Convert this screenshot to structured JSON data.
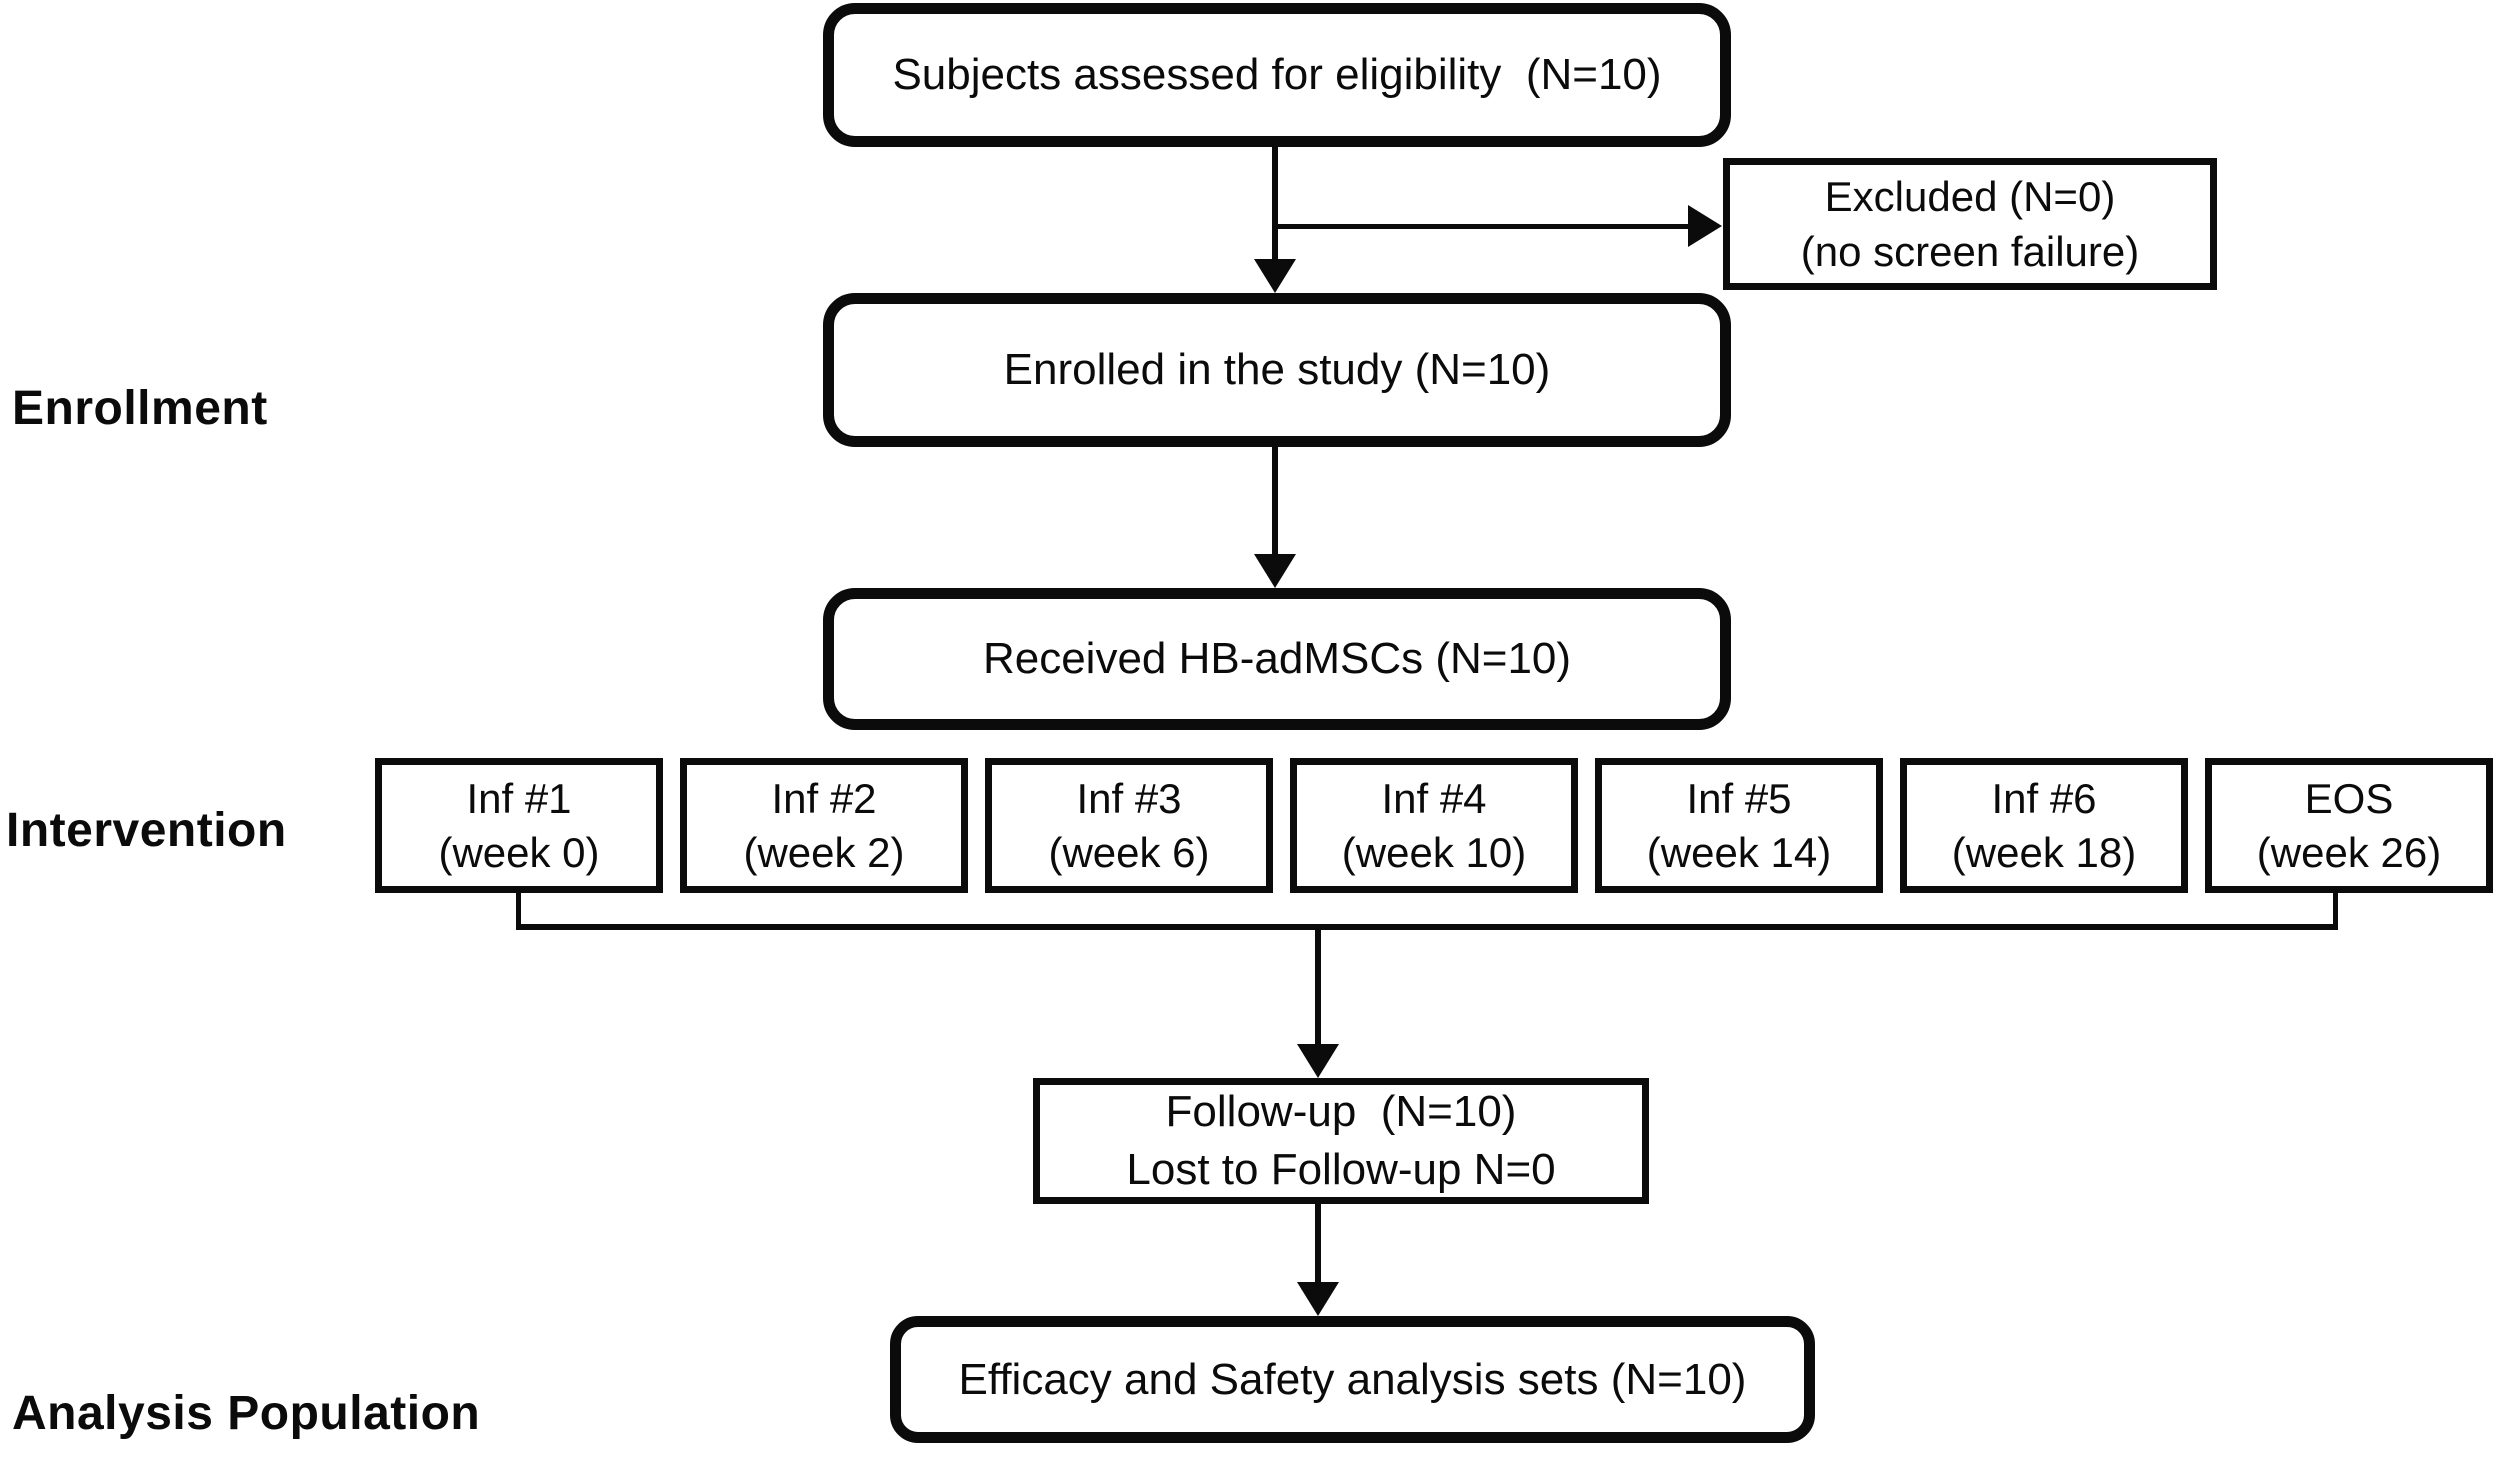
{
  "colors": {
    "ink": "#0b0b0b",
    "paper": "#ffffff"
  },
  "stage_labels": {
    "enrollment": "Enrollment",
    "intervention": "Intervention",
    "analysis_population": "Analysis Population"
  },
  "boxes": {
    "eligibility": "Subjects assessed for eligibility  (N=10)",
    "excluded": {
      "line1": "Excluded (N=0)",
      "line2": "(no screen failure)"
    },
    "enrolled": "Enrolled in the study (N=10)",
    "received": "Received HB-adMSCs (N=10)",
    "followup": {
      "line1": "Follow-up  (N=10)",
      "line2": "Lost to Follow-up N=0"
    },
    "analysis": "Efficacy and Safety analysis sets (N=10)"
  },
  "interventions": [
    {
      "line1": "Inf #1",
      "line2": "(week 0)"
    },
    {
      "line1": "Inf #2",
      "line2": "(week 2)"
    },
    {
      "line1": "Inf #3",
      "line2": "(week 6)"
    },
    {
      "line1": "Inf #4",
      "line2": "(week 10)"
    },
    {
      "line1": "Inf #5",
      "line2": "(week 14)"
    },
    {
      "line1": "Inf #6",
      "line2": "(week 18)"
    },
    {
      "line1": "EOS",
      "line2": "(week 26)"
    }
  ]
}
